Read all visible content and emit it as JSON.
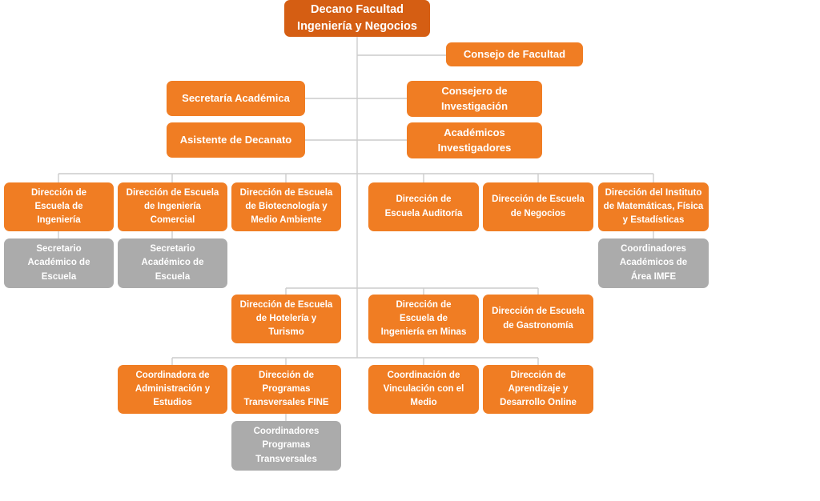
{
  "title": "Organigrama Facultad Ingeniería y Negocios",
  "colors": {
    "root_box": "#d55e13",
    "orange_box": "#f07d23",
    "gray_box": "#ababab",
    "connector_line": "#cccccc",
    "text": "#ffffff",
    "background": "#ffffff"
  },
  "nodes": {
    "decano": "Decano Facultad\nIngeniería y Negocios",
    "consejo_facultad": "Consejo de Facultad",
    "secretaria_academica": "Secretaría Académica",
    "consejero_investigacion": "Consejero de\nInvestigación",
    "asistente_decanato": "Asistente de Decanato",
    "academicos_investigadores": "Académicos\nInvestigadores",
    "esc_ingenieria": "Dirección de\nEscuela de\nIngeniería",
    "esc_ing_comercial": "Dirección de Escuela\nde Ingeniería\nComercial",
    "esc_biotecnologia": "Dirección de Escuela\nde Biotecnología y\nMedio Ambiente",
    "esc_auditoria": "Dirección de\nEscuela Auditoría",
    "esc_negocios": "Dirección de Escuela\nde Negocios",
    "instituto_imfe": "Dirección del Instituto\nde Matemáticas, Física\ny Estadísticas",
    "secretario_academico_escuela": "Secretario\nAcadémico de\nEscuela",
    "coordinadores_imfe": "Coordinadores\nAcadémicos de\nÁrea IMFE",
    "esc_hoteleria": "Dirección de Escuela\nde Hotelería y\nTurismo",
    "esc_minas": "Dirección de\nEscuela de\nIngeniería en Minas",
    "esc_gastronomia": "Dirección de Escuela\nde Gastronomía",
    "coord_administracion": "Coordinadora de\nAdministración y\nEstudios",
    "programas_fine": "Dirección de\nProgramas\nTransversales FINE",
    "coord_vinculacion": "Coordinación de\nVinculación con el\nMedio",
    "aprendizaje_online": "Dirección de\nAprendizaje y\nDesarrollo Online",
    "coordinadores_transversales": "Coordinadores\nProgramas\nTransversales"
  }
}
